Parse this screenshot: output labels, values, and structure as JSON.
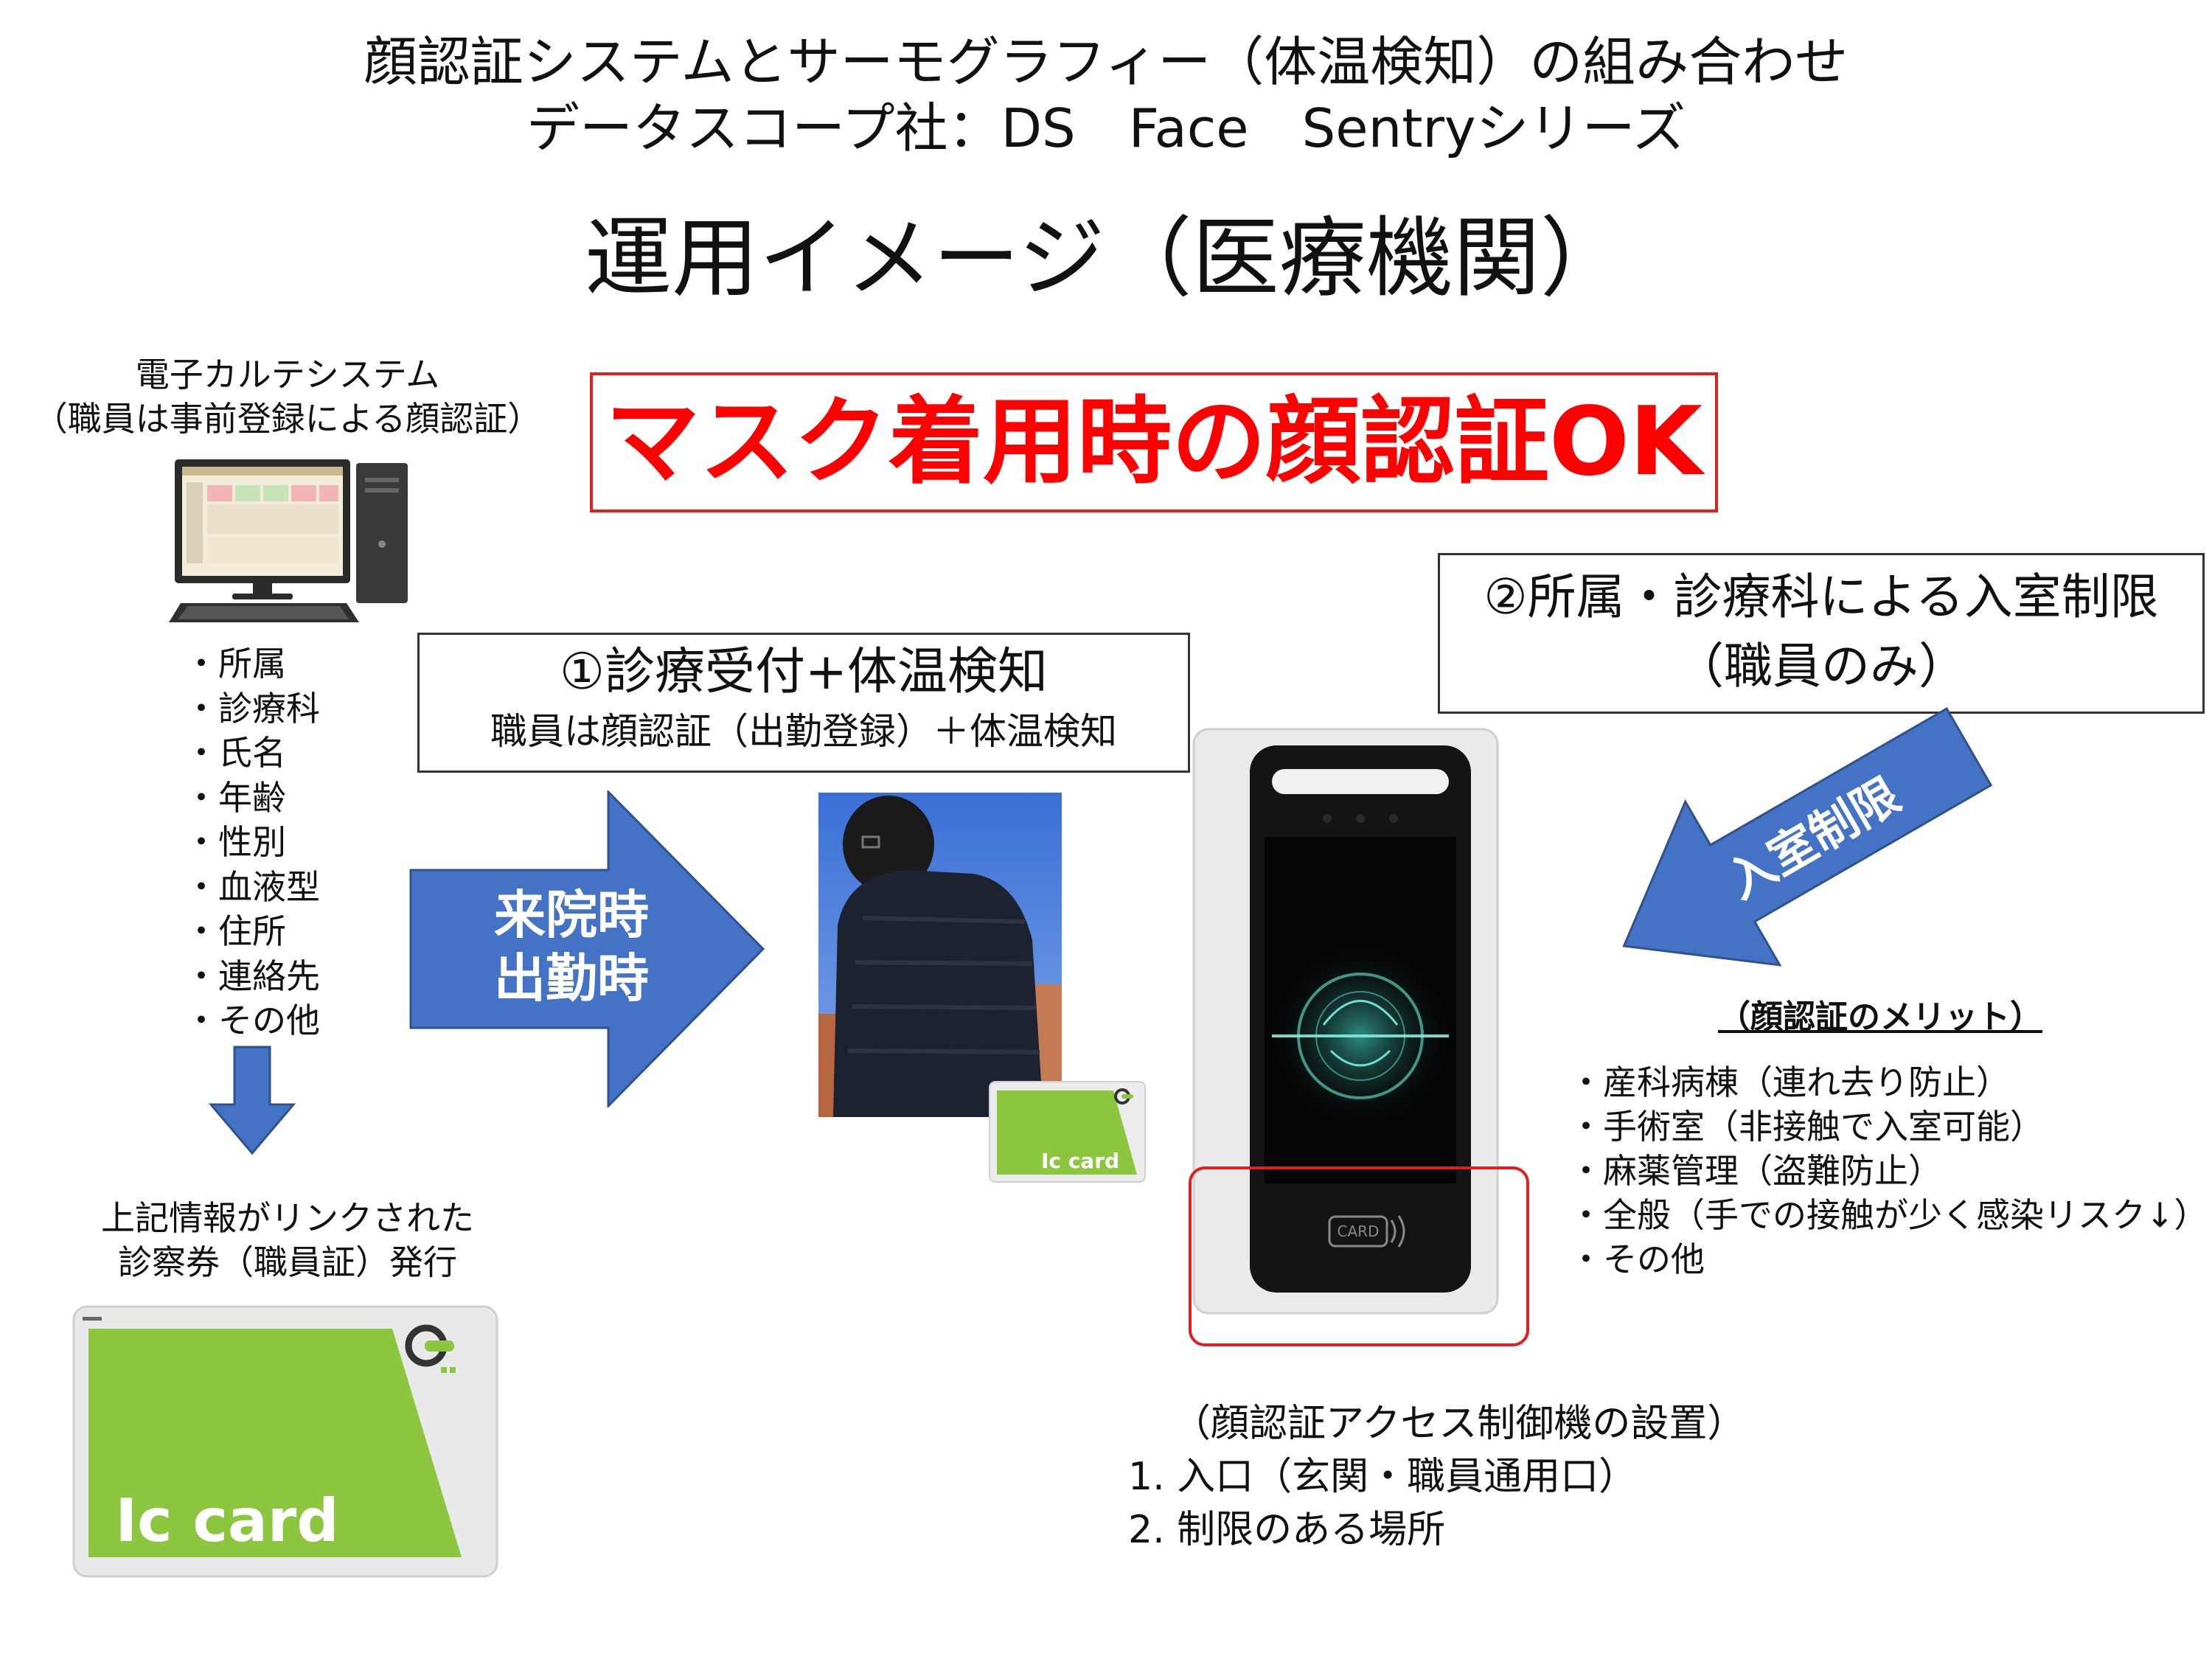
{
  "header": {
    "title_line1": "顔認証システムとサーモグラフィー（体温検知）の組み合わせ",
    "title_line2": "データスコープ社：DS　Face　Sentryシリーズ",
    "heading": "運用イメージ（医療機関）"
  },
  "ehr": {
    "label_line1": "電子カルテシステム",
    "label_line2": "（職員は事前登録による顔認証）",
    "items": [
      "・所属",
      "・診療科",
      "・氏名",
      "・年齢",
      "・性別",
      "・血液型",
      "・住所",
      "・連絡先",
      "・その他"
    ]
  },
  "mask_banner": "マスク着用時の顔認証OK",
  "step1": {
    "title": "①診療受付+体温検知",
    "subtitle": "職員は顔認証（出勤登録）＋体温検知"
  },
  "step2": {
    "title": "②所属・診療科による入室制限",
    "subtitle": "（職員のみ）"
  },
  "arrows": {
    "arrival_line1": "来院時",
    "arrival_line2": "出勤時",
    "restriction": "入室制限"
  },
  "card_issue": {
    "line1": "上記情報がリンクされた",
    "line2": "診察券（職員証）発行"
  },
  "ic_card_label": "Ic card",
  "device_card_label": "CARD",
  "merits": {
    "title": "（顔認証のメリット）",
    "items": [
      "・産科病棟（連れ去り防止）",
      "・手術室（非接触で入室可能）",
      "・麻薬管理（盗難防止）",
      "・全般（手での接触が少く感染リスク↓）",
      "・その他"
    ]
  },
  "installation": {
    "title": "（顔認証アクセス制御機の設置）",
    "items": [
      "1. 入口（玄関・職員通用口）",
      "2. 制限のある場所"
    ]
  },
  "colors": {
    "arrow_blue": "#4472c4",
    "banner_red": "#ff0000",
    "card_green": "#8cc63f",
    "highlight_red": "#e02020"
  }
}
